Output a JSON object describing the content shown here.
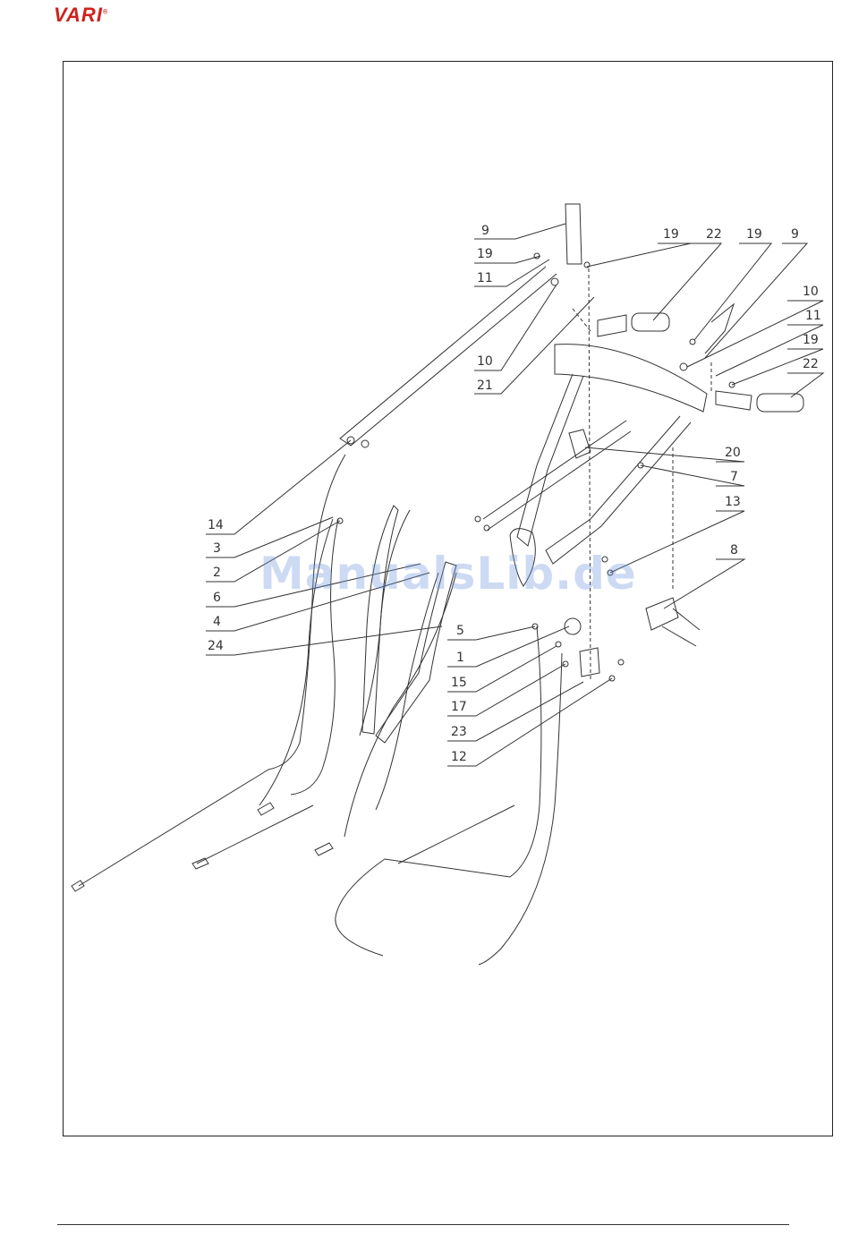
{
  "header": {
    "brand": "VARI",
    "brand_mark": "®"
  },
  "watermark": "ManualsLib.de",
  "callouts": {
    "c1": "9",
    "c2": "19",
    "c3": "11",
    "c4": "10",
    "c5": "21",
    "c6": "19",
    "c7": "22",
    "c8": "19",
    "c9": "9",
    "c10": "10",
    "c11": "11",
    "c12": "19",
    "c13": "22",
    "c14": "20",
    "c15": "7",
    "c16": "13",
    "c17": "8",
    "c18": "14",
    "c19": "3",
    "c20": "2",
    "c21": "6",
    "c22": "4",
    "c23": "24",
    "c24": "5",
    "c25": "1",
    "c26": "15",
    "c27": "17",
    "c28": "23",
    "c29": "12"
  }
}
